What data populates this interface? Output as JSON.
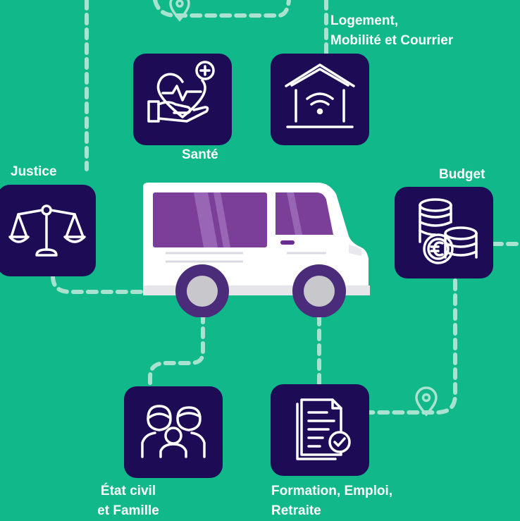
{
  "services": {
    "logement": {
      "line1": "Logement,",
      "line2": "Mobilité et Courrier",
      "icon": "smart-home-icon"
    },
    "sante": {
      "label": "Santé",
      "icon": "heart-hand-icon"
    },
    "justice": {
      "label": "Justice",
      "icon": "scales-icon"
    },
    "budget": {
      "label": "Budget",
      "icon": "euro-coins-icon"
    },
    "etat_civil": {
      "line1": "État civil",
      "line2": "et Famille",
      "icon": "family-icon"
    },
    "formation": {
      "line1": "Formation, Emploi,",
      "line2": "Retraite",
      "icon": "document-check-icon"
    }
  },
  "colors": {
    "background": "#10b88a",
    "tile": "#1d0b55",
    "path": "#a9e3cf",
    "van_window": "#7b3f99",
    "van_wheel": "#4a2c7a"
  }
}
